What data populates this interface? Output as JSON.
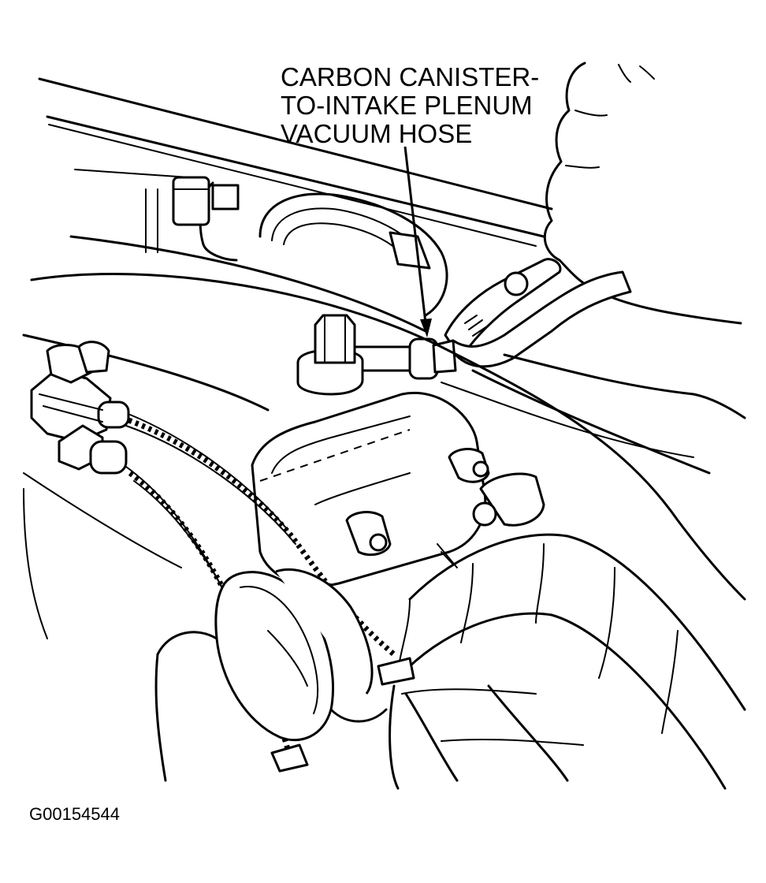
{
  "callout": {
    "lines": [
      "CARBON CANISTER-",
      "TO-INTAKE PLENUM",
      "VACUUM HOSE"
    ]
  },
  "figure_id": "G00154544",
  "colors": {
    "ink": "#000000",
    "paper": "#ffffff"
  }
}
